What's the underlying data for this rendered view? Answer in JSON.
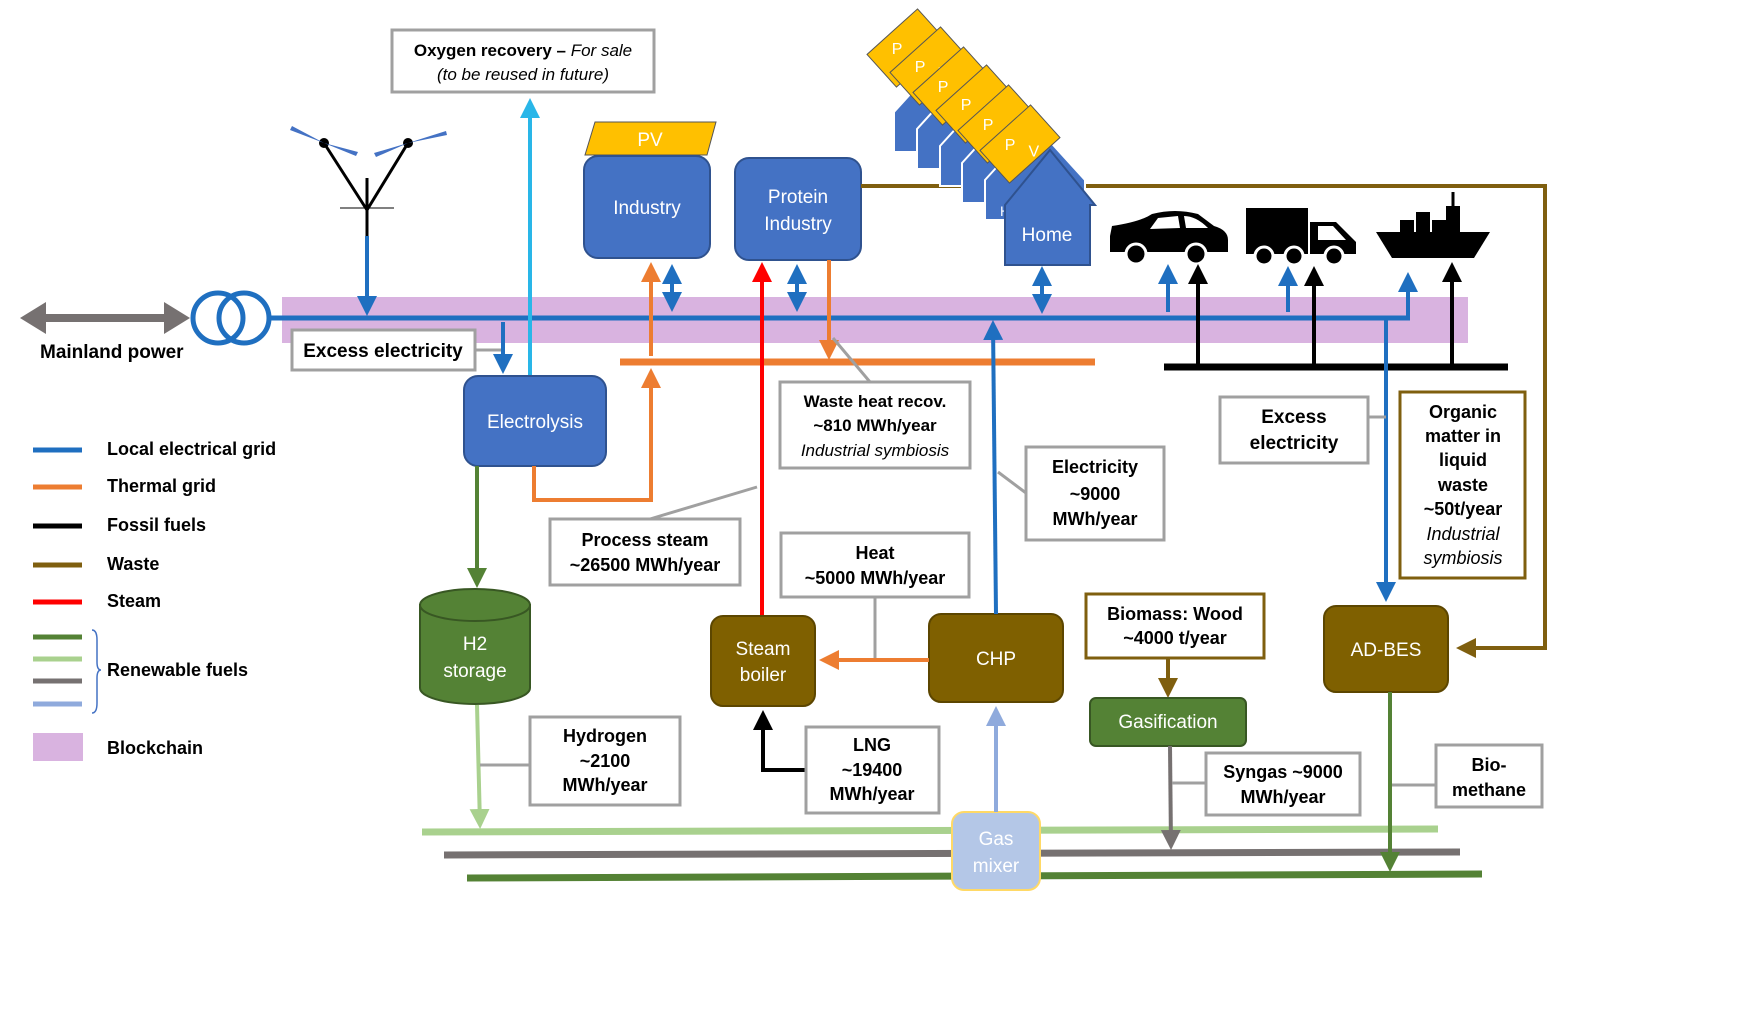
{
  "colors": {
    "local_grid": "#1F6FC0",
    "thermal": "#ED7D31",
    "fossil": "#000000",
    "waste": "#7F5F0F",
    "steam": "#FF0000",
    "renewable_dark_green": "#548235",
    "renewable_light_green": "#A9D18E",
    "renewable_grey": "#767171",
    "renewable_light_blue": "#8FAADC",
    "blockchain": "#D9B3E0",
    "node_blue": "#4472C4",
    "node_brown": "#7F6000",
    "node_green": "#548235",
    "pv_yellow": "#FFC000",
    "oxygen": "#29B6E8",
    "label_border": "#A0A0A0"
  },
  "legend": {
    "local_grid": "Local electrical grid",
    "thermal": "Thermal grid",
    "fossil": "Fossil fuels",
    "waste": "Waste",
    "steam": "Steam",
    "renewable": "Renewable fuels",
    "blockchain": "Blockchain"
  },
  "nodes": {
    "industry": "Industry",
    "pv": "PV",
    "protein_1": "Protein",
    "protein_2": "Industry",
    "home": "Home",
    "home_stack": "H",
    "electrolysis": "Electrolysis",
    "h2_1": "H2",
    "h2_2": "storage",
    "steam_boiler_1": "Steam",
    "steam_boiler_2": "boiler",
    "chp": "CHP",
    "gasification": "Gasification",
    "ad_bes": "AD-BES",
    "gas_mixer_1": "Gas",
    "gas_mixer_2": "mixer",
    "pv_panel_p": "P",
    "pv_panel_v": "V"
  },
  "labels": {
    "mainland": "Mainland power",
    "oxygen_bold": "Oxygen recovery –",
    "oxygen_italic": " For sale",
    "oxygen_line2": "(to be reused in future)",
    "excess_left": "Excess electricity",
    "waste_heat_1": "Waste heat recov.",
    "waste_heat_2": "~810 MWh/year",
    "waste_heat_3": "Industrial symbiosis",
    "process_steam_1": "Process steam",
    "process_steam_2": "~26500 MWh/year",
    "electricity_1": "Electricity",
    "electricity_2": "~9000",
    "electricity_3": "MWh/year",
    "heat_1": "Heat",
    "heat_2": "~5000 MWh/year",
    "excess_right_1": "Excess",
    "excess_right_2": "electricity",
    "organic_1": "Organic",
    "organic_2": "matter in",
    "organic_3": "liquid",
    "organic_4": "waste",
    "organic_5": "~50t/year",
    "organic_6": "Industrial",
    "organic_7": "symbiosis",
    "biomass_1": "Biomass: Wood",
    "biomass_2": "~4000 t/year",
    "hydrogen_1": "Hydrogen",
    "hydrogen_2": "~2100",
    "hydrogen_3": "MWh/year",
    "lng_1": "LNG",
    "lng_2": "~19400",
    "lng_3": "MWh/year",
    "syngas_1": "Syngas ~9000",
    "syngas_2": "MWh/year",
    "biomethane_1": "Bio-",
    "biomethane_2": "methane"
  },
  "icons": [
    "wind-turbine-icon",
    "transformer-icon",
    "car-icon",
    "truck-icon",
    "ship-icon",
    "double-arrow-icon"
  ]
}
